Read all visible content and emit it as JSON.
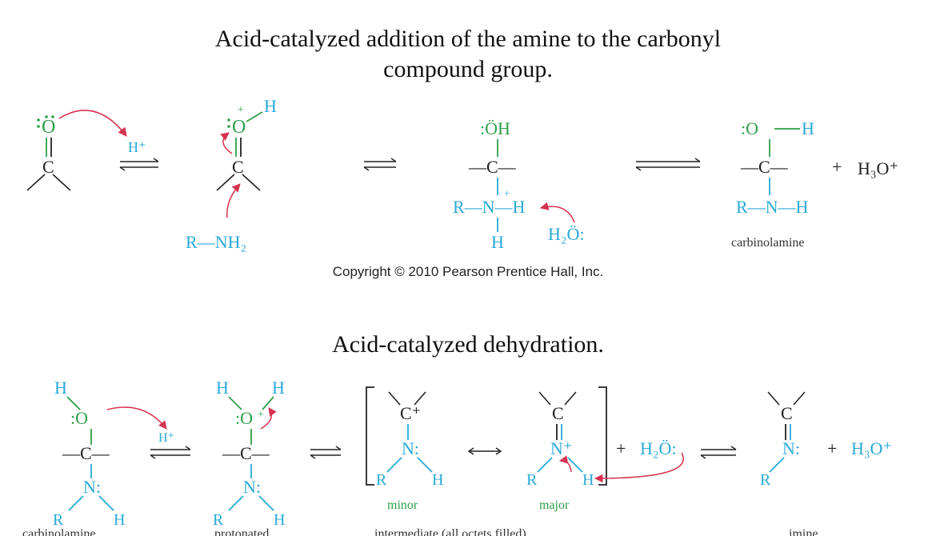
{
  "titles": {
    "addition": "Acid-catalyzed addition of the amine to the carbonyl compound group.",
    "addition_line1": "Acid-catalyzed addition of the amine to the carbonyl",
    "addition_line2": "compound group.",
    "dehydration": "Acid-catalyzed dehydration."
  },
  "copyright": "Copyright © 2010 Pearson Prentice Hall, Inc.",
  "labels": {
    "carbinolamine": "carbinolamine",
    "carbinolamine_bottom": "carbinolamine",
    "protonated": "protonated",
    "intermediate": "intermediate (all octets filled)",
    "minor": "minor",
    "major": "major",
    "imine": "imine"
  },
  "atoms": {
    "O": "O",
    "C": "C",
    "N": "N",
    "H": "H",
    "R": "R",
    "Hplus": "H⁺",
    "Cplus": "C⁺",
    "Nplus": "N⁺",
    "Oplus": "O⁺",
    "NH2": "NH₂",
    "H2O": "H₂Ö:",
    "H3O": "H₃O⁺",
    "OH": ":ÖH",
    "Ocolon": ":O",
    "plus": "+"
  },
  "colors": {
    "oxygen": "#2e9e48",
    "nitrogen": "#2aa9d6",
    "carbon": "#222222",
    "arrow": "#d63250"
  }
}
